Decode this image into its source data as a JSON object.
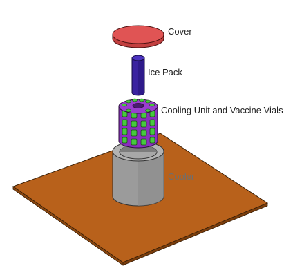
{
  "labels": {
    "cover": "Cover",
    "ice_pack": "Ice Pack",
    "cooling_unit": "Cooling Unit and Vaccine Vials",
    "cooler": "Cooler"
  },
  "colors": {
    "base_plate": "#b8611b",
    "cover": "#e05454",
    "ice_pack": "#3a22a0",
    "cooling_unit_body": "#8a2fbf",
    "vaccine_vials": "#46c93e",
    "cooler": "#9a9a9a"
  }
}
